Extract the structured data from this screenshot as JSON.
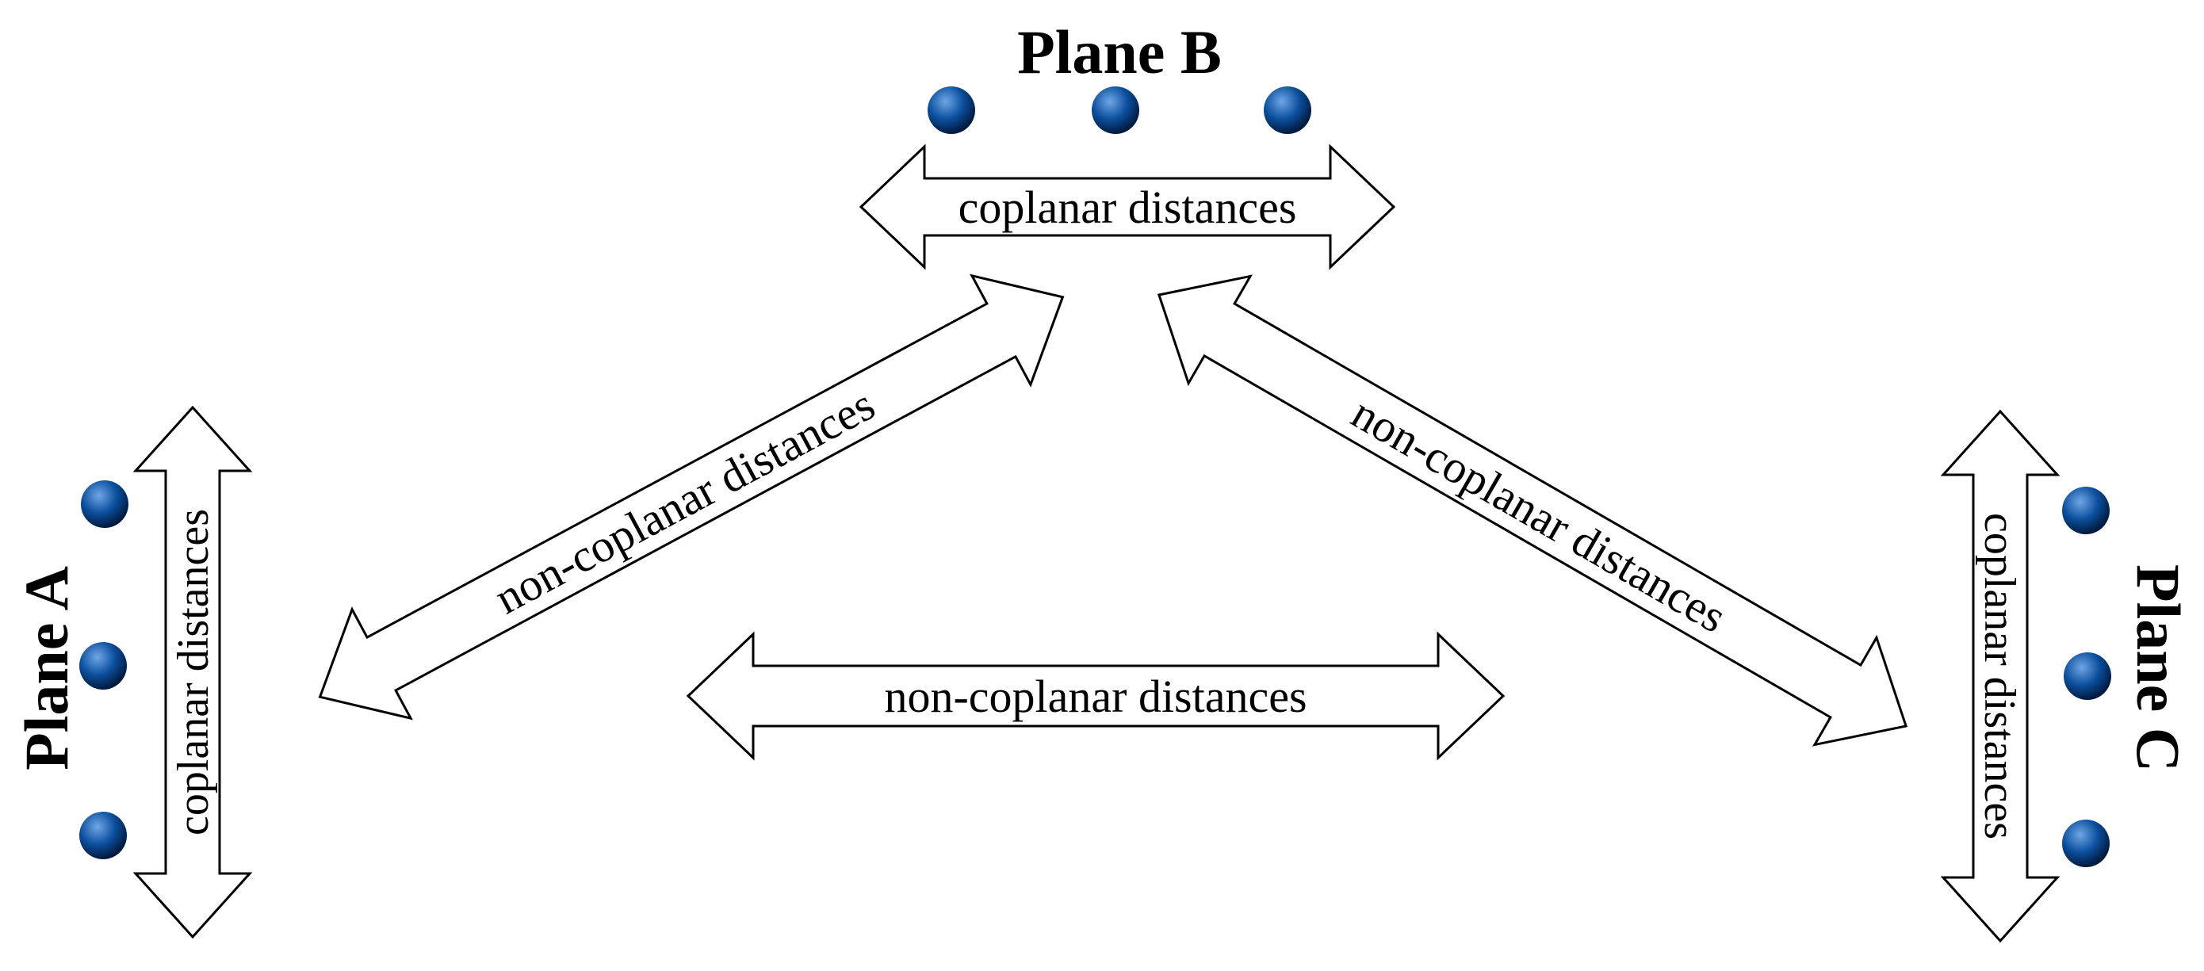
{
  "planes": {
    "a": {
      "title": "Plane A",
      "coplanar_label": "coplanar distances",
      "atom_count": 3
    },
    "b": {
      "title": "Plane B",
      "coplanar_label": "coplanar distances",
      "atom_count": 3
    },
    "c": {
      "title": "Plane C",
      "coplanar_label": "coplanar distances",
      "atom_count": 3
    }
  },
  "non_coplanar": {
    "a_b": "non-coplanar distances",
    "b_c": "non-coplanar distances",
    "a_c": "non-coplanar distances"
  },
  "colors": {
    "atom": "#0b4f9e",
    "atom_highlight": "#6fa6e6",
    "atom_shadow": "#021a3d",
    "stroke": "#000000",
    "fill": "#ffffff"
  }
}
